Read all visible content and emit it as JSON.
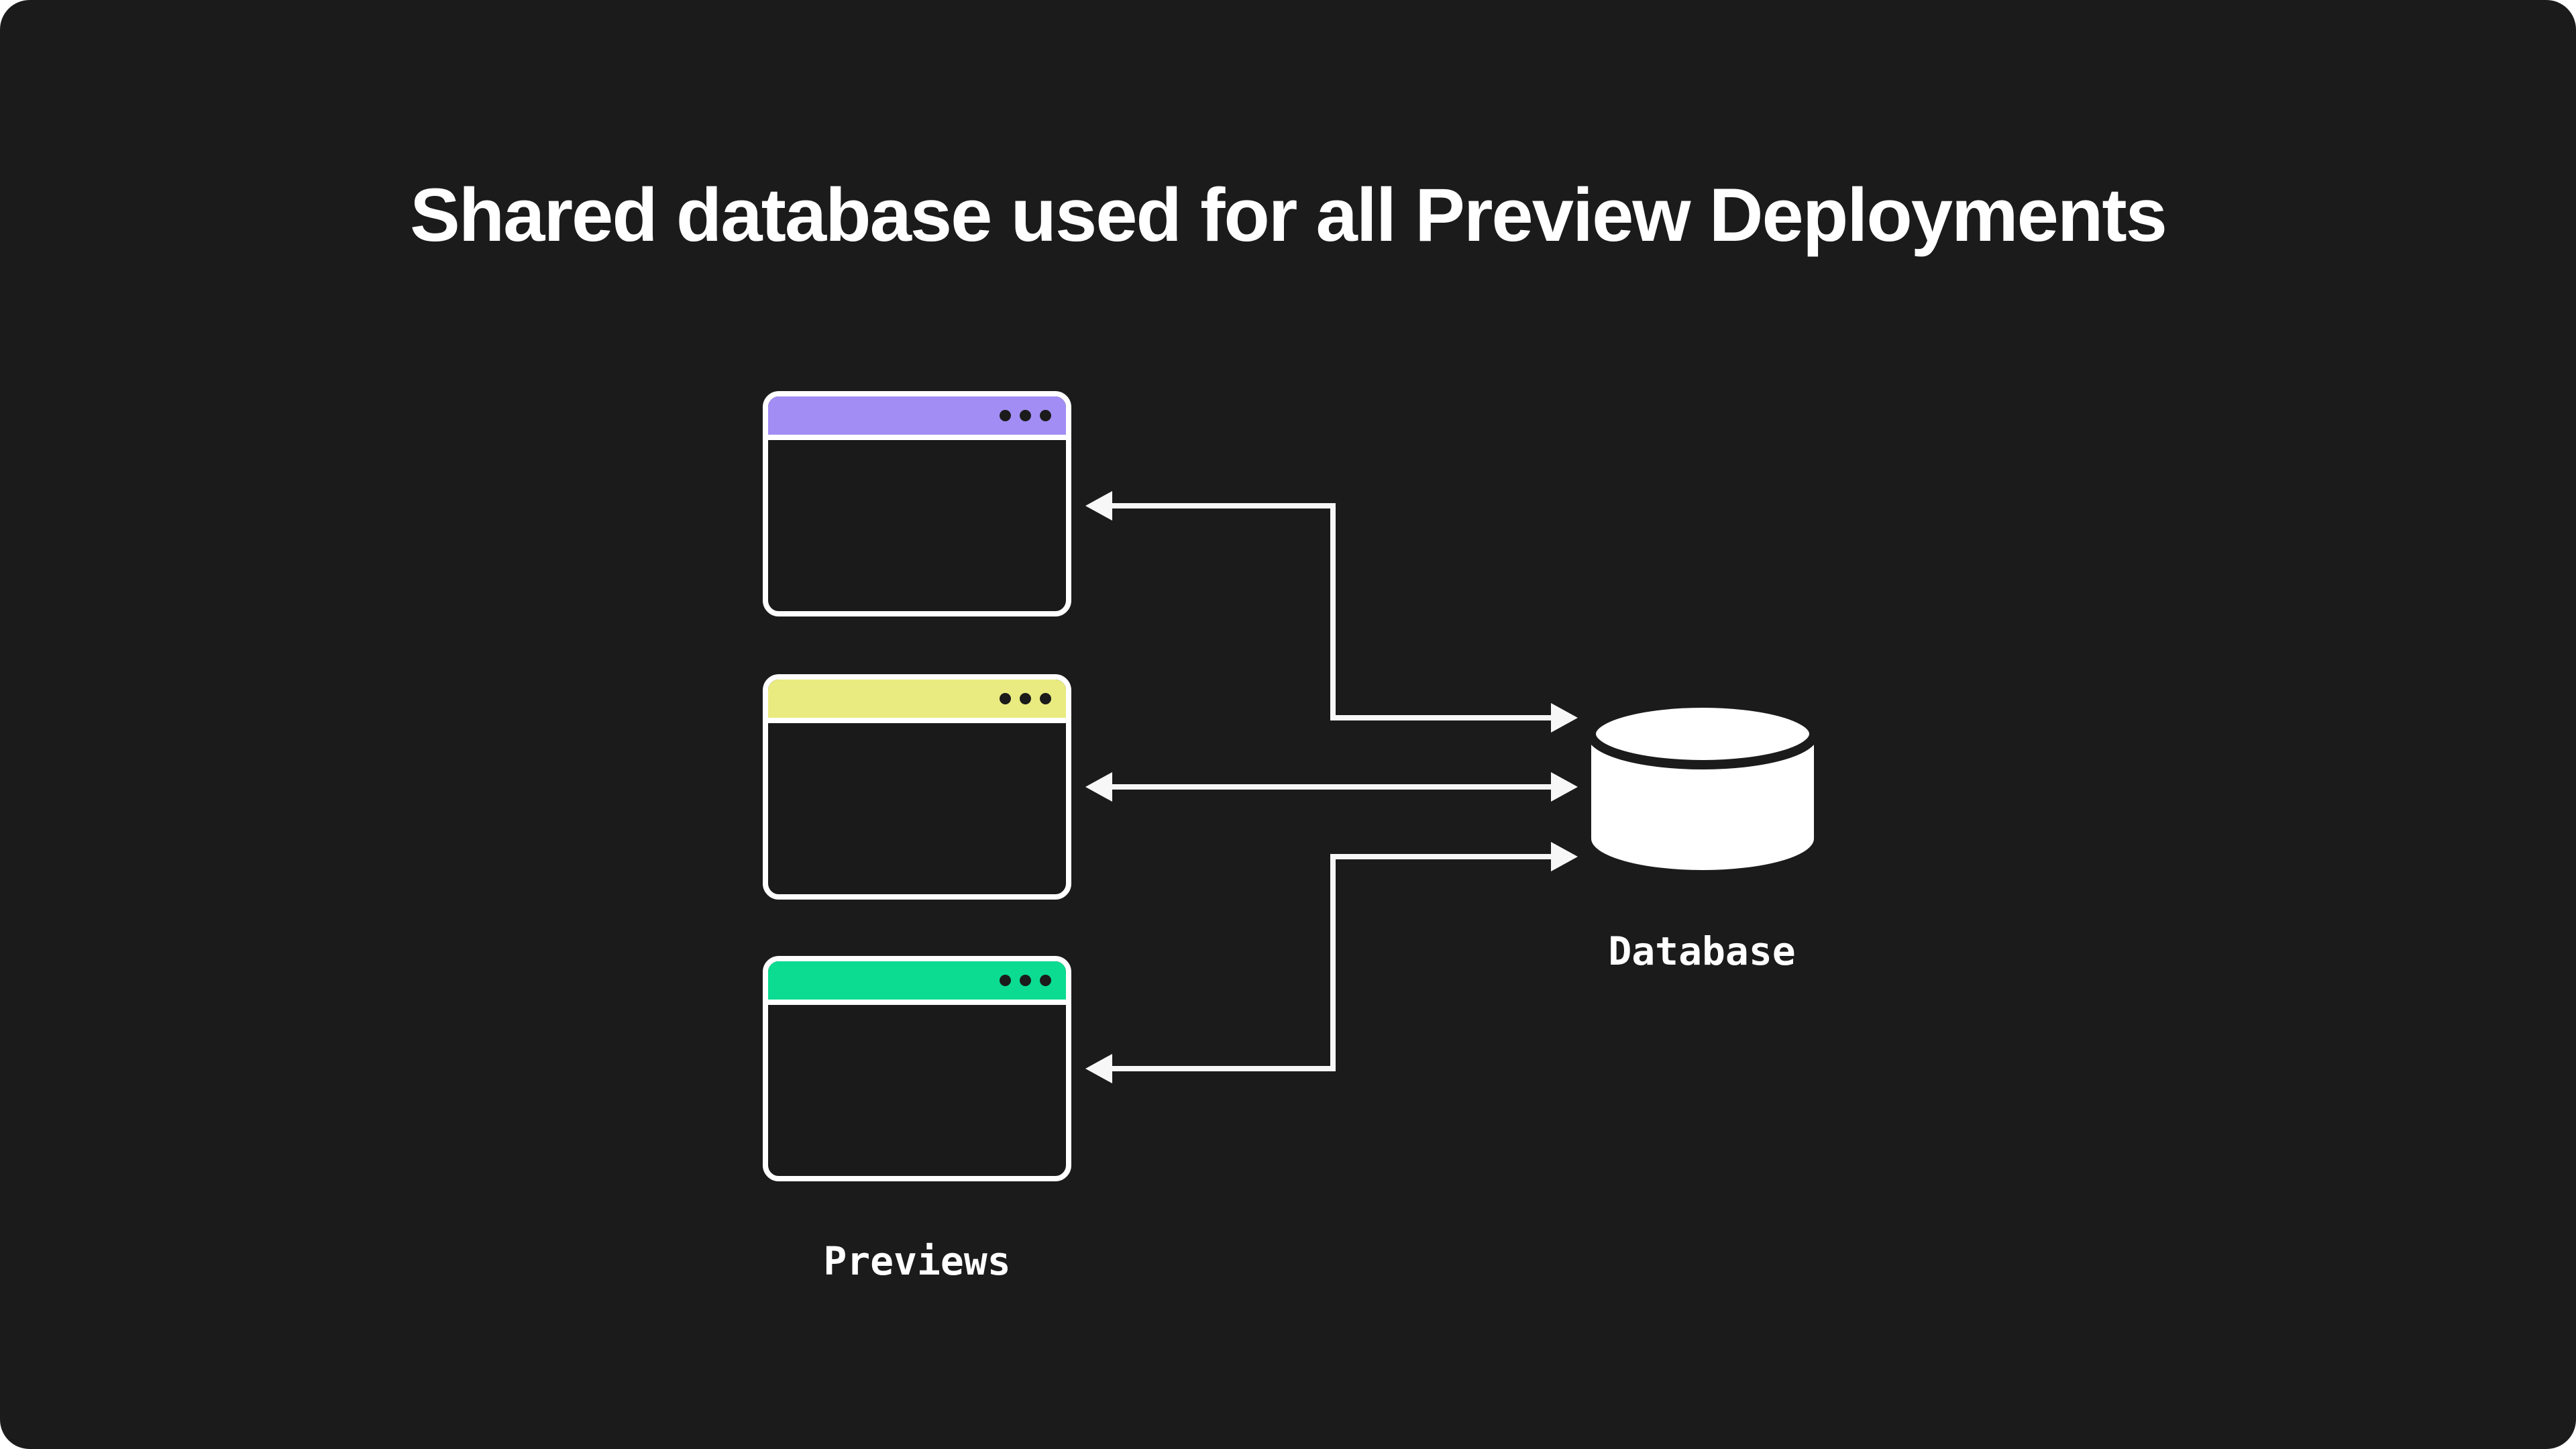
{
  "title": "Shared database used for all Preview Deployments",
  "canvas": {
    "background": "#1b1b1b",
    "window_body": "#1a1a1a",
    "line_color": "#ffffff",
    "arrow_color": "#f7f7f7"
  },
  "previews": {
    "label": "Previews",
    "window_controls": {
      "dot_count": 3,
      "dot_color": "#1b1b1b"
    },
    "windows": [
      {
        "name": "preview-window-1",
        "titlebar_color": "#a28df4"
      },
      {
        "name": "preview-window-2",
        "titlebar_color": "#e9eb80"
      },
      {
        "name": "preview-window-3",
        "titlebar_color": "#0bdc92"
      }
    ]
  },
  "database": {
    "label": "Database",
    "icon": "database-cylinder-icon",
    "icon_color": "#ffffff"
  },
  "connectors": [
    {
      "from": "database",
      "to": "preview-window-1",
      "shape": "elbow",
      "arrowheads": "both"
    },
    {
      "from": "database",
      "to": "preview-window-2",
      "shape": "straight",
      "arrowheads": "both"
    },
    {
      "from": "database",
      "to": "preview-window-3",
      "shape": "elbow",
      "arrowheads": "both"
    }
  ]
}
